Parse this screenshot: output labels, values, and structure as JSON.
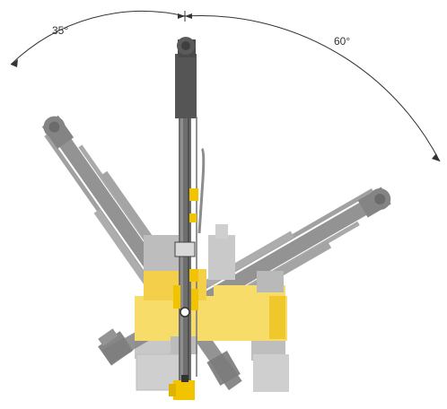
{
  "diagram": {
    "angles": {
      "left": {
        "label": "35°",
        "degrees": 35
      },
      "right": {
        "label": "60°",
        "degrees": 60
      }
    },
    "colors": {
      "machine_yellow": "#f2c400",
      "machine_yellow_light": "#f7dc6a",
      "boom_dark": "#555555",
      "boom_mid": "#6e6e6e",
      "ghost_gray": "#9a9a9a",
      "ghost_light": "#c8c8c8",
      "arc_line": "#333333"
    }
  }
}
